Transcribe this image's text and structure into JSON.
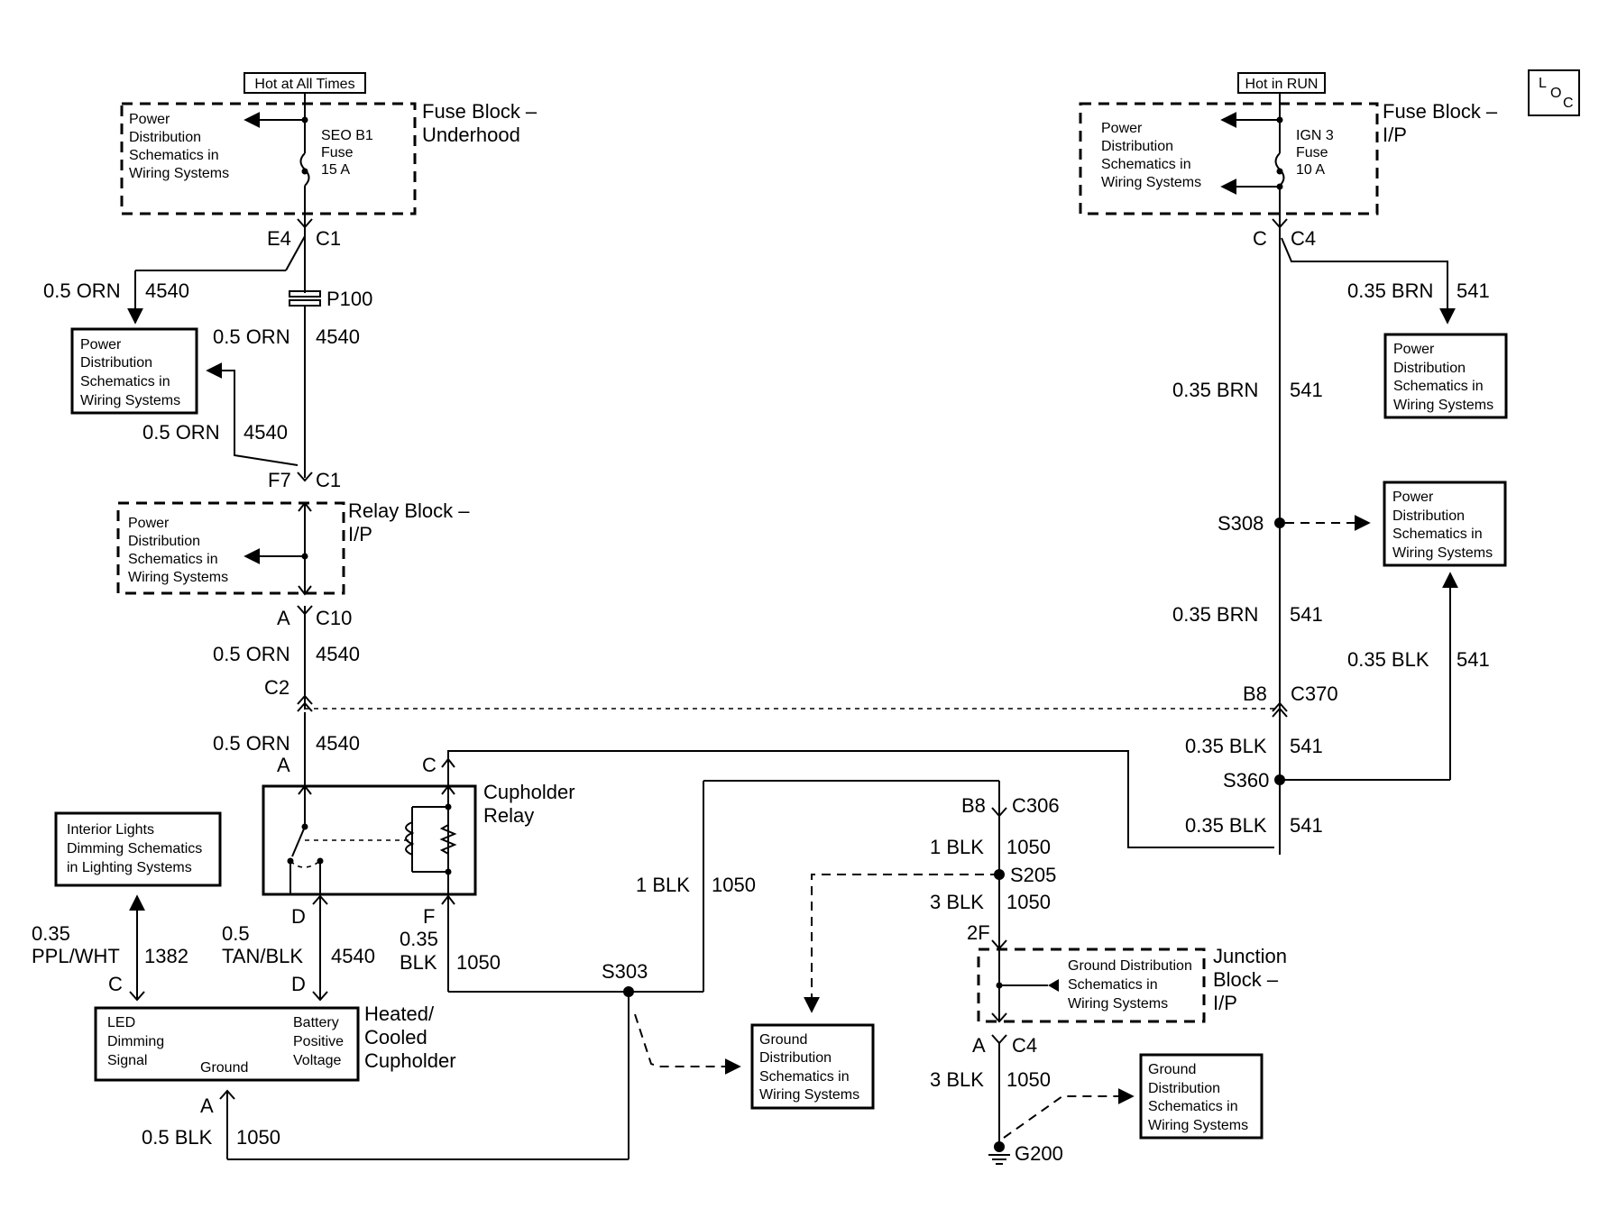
{
  "hot_labels": {
    "left": "Hot at All Times",
    "right": "Hot in RUN"
  },
  "loc_logo": "LOC",
  "fuse_blocks": {
    "underhood": {
      "title_line1": "Fuse Block –",
      "title_line2": "Underhood",
      "ref_lines": [
        "Power",
        "Distribution",
        "Schematics in",
        "Wiring Systems"
      ],
      "fuse_lines": [
        "SEO B1",
        "Fuse",
        "15 A"
      ]
    },
    "ip": {
      "title_line1": "Fuse Block –",
      "title_line2": "I/P",
      "ref_lines": [
        "Power",
        "Distribution",
        "Schematics in",
        "Wiring Systems"
      ],
      "fuse_lines": [
        "IGN 3",
        "Fuse",
        "10 A"
      ]
    }
  },
  "relay_block": {
    "title_line1": "Relay Block –",
    "title_line2": "I/P",
    "ref_lines": [
      "Power",
      "Distribution",
      "Schematics in",
      "Wiring Systems"
    ]
  },
  "junction_block": {
    "title_lines": [
      "Junction",
      "Block –",
      "I/P"
    ],
    "ref_lines": [
      "Ground Distribution",
      "Schematics in",
      "Wiring Systems"
    ]
  },
  "cupholder_relay": {
    "title_line1": "Cupholder",
    "title_line2": "Relay",
    "pins": {
      "A": "A",
      "C": "C",
      "D": "D",
      "F": "F"
    }
  },
  "cupholder": {
    "title_lines": [
      "Heated/",
      "Cooled",
      "Cupholder"
    ],
    "led_lines": [
      "LED",
      "Dimming",
      "Signal"
    ],
    "batt_lines": [
      "Battery",
      "Positive",
      "Voltage"
    ],
    "ground": "Ground"
  },
  "reference_boxes": {
    "power_left": [
      "Power",
      "Distribution",
      "Schematics in",
      "Wiring Systems"
    ],
    "power_right_top": [
      "Power",
      "Distribution",
      "Schematics in",
      "Wiring Systems"
    ],
    "power_right_mid": [
      "Power",
      "Distribution",
      "Schematics in",
      "Wiring Systems"
    ],
    "interior_lights": [
      "Interior Lights",
      "Dimming Schematics",
      "in Lighting Systems"
    ],
    "ground_s303": [
      "Ground",
      "Distribution",
      "Schematics in",
      "Wiring Systems"
    ],
    "ground_g200": [
      "Ground",
      "Distribution",
      "Schematics in",
      "Wiring Systems"
    ]
  },
  "connectors": {
    "e4": "E4",
    "c1_top": "C1",
    "p100": "P100",
    "f7": "F7",
    "c1_mid": "C1",
    "a_c10": "A",
    "c10": "C10",
    "c2": "C2",
    "c_c4": "C",
    "c4_top": "C4",
    "b8_c370": "B8",
    "c370": "C370",
    "b8_c306": "B8",
    "c306": "C306",
    "f2": "2F",
    "a_c4": "A",
    "c4_bot": "C4",
    "cup_c": "C",
    "cup_d": "D",
    "cup_a": "A"
  },
  "splices": {
    "s308": "S308",
    "s360": "S360",
    "s303": "S303",
    "s205": "S205",
    "g200": "G200"
  },
  "wires": {
    "orn_size": "0.5 ORN",
    "orn_circuit": "4540",
    "brn_size": "0.35 BRN",
    "brn_circuit": "541",
    "blk035_size": "0.35 BLK",
    "blk_circuit": "541",
    "blk1_size": "1 BLK",
    "blk3_size": "3 BLK",
    "blk050_size": "0.5 BLK",
    "gnd_circuit": "1050",
    "relay_f_size_line1": "0.35",
    "relay_f_size_line2": "BLK",
    "tan_size_line1": "0.5",
    "tan_size_line2": "TAN/BLK",
    "ppl_size_line1": "0.35",
    "ppl_size_line2": "PPL/WHT",
    "ppl_circuit": "1382"
  }
}
